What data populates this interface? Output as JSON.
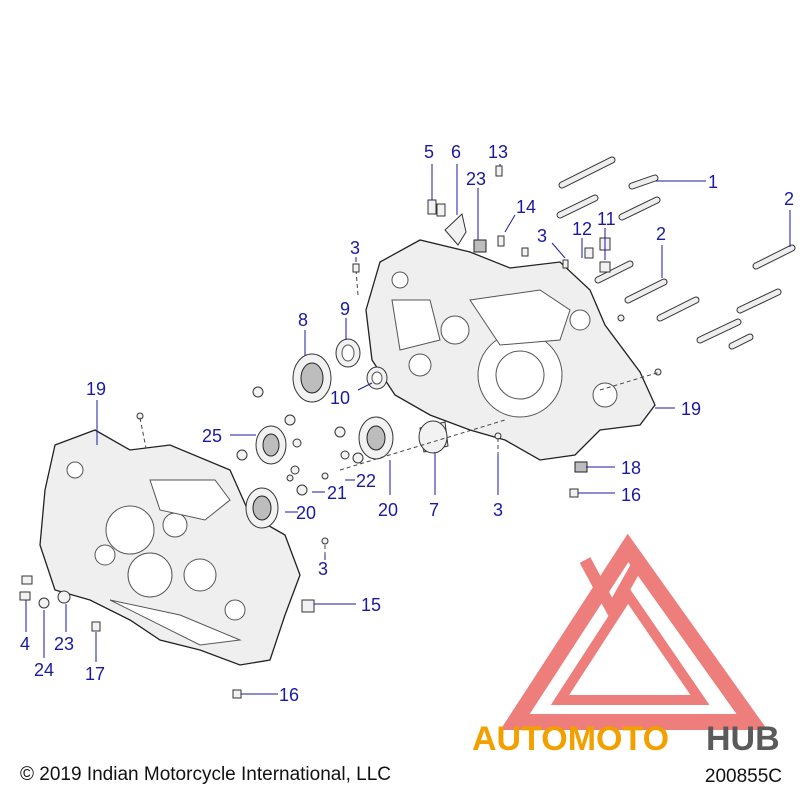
{
  "footer": {
    "copyright": "© 2019 Indian Motorcycle International, LLC",
    "figure_number": "200855C"
  },
  "watermark": {
    "brand_part1": "AUTOMOTO",
    "brand_part2": "HUB",
    "color_primary": "#f2a000",
    "color_secondary": "#5a5a5a",
    "logo_color": "#e9534f"
  },
  "callouts": [
    {
      "id": "c1",
      "label": "1"
    },
    {
      "id": "c2a",
      "label": "2"
    },
    {
      "id": "c2b",
      "label": "2"
    },
    {
      "id": "c3a",
      "label": "3"
    },
    {
      "id": "c3b",
      "label": "3"
    },
    {
      "id": "c3c",
      "label": "3"
    },
    {
      "id": "c3d",
      "label": "3"
    },
    {
      "id": "c4",
      "label": "4"
    },
    {
      "id": "c5",
      "label": "5"
    },
    {
      "id": "c6",
      "label": "6"
    },
    {
      "id": "c7",
      "label": "7"
    },
    {
      "id": "c8",
      "label": "8"
    },
    {
      "id": "c9",
      "label": "9"
    },
    {
      "id": "c10",
      "label": "10"
    },
    {
      "id": "c11",
      "label": "11"
    },
    {
      "id": "c12",
      "label": "12"
    },
    {
      "id": "c13",
      "label": "13"
    },
    {
      "id": "c14",
      "label": "14"
    },
    {
      "id": "c15",
      "label": "15"
    },
    {
      "id": "c16a",
      "label": "16"
    },
    {
      "id": "c16b",
      "label": "16"
    },
    {
      "id": "c17",
      "label": "17"
    },
    {
      "id": "c18",
      "label": "18"
    },
    {
      "id": "c19a",
      "label": "19"
    },
    {
      "id": "c19b",
      "label": "19"
    },
    {
      "id": "c20a",
      "label": "20"
    },
    {
      "id": "c20b",
      "label": "20"
    },
    {
      "id": "c21",
      "label": "21"
    },
    {
      "id": "c22",
      "label": "22"
    },
    {
      "id": "c23a",
      "label": "23"
    },
    {
      "id": "c23b",
      "label": "23"
    },
    {
      "id": "c24",
      "label": "24"
    },
    {
      "id": "c25",
      "label": "25"
    }
  ]
}
